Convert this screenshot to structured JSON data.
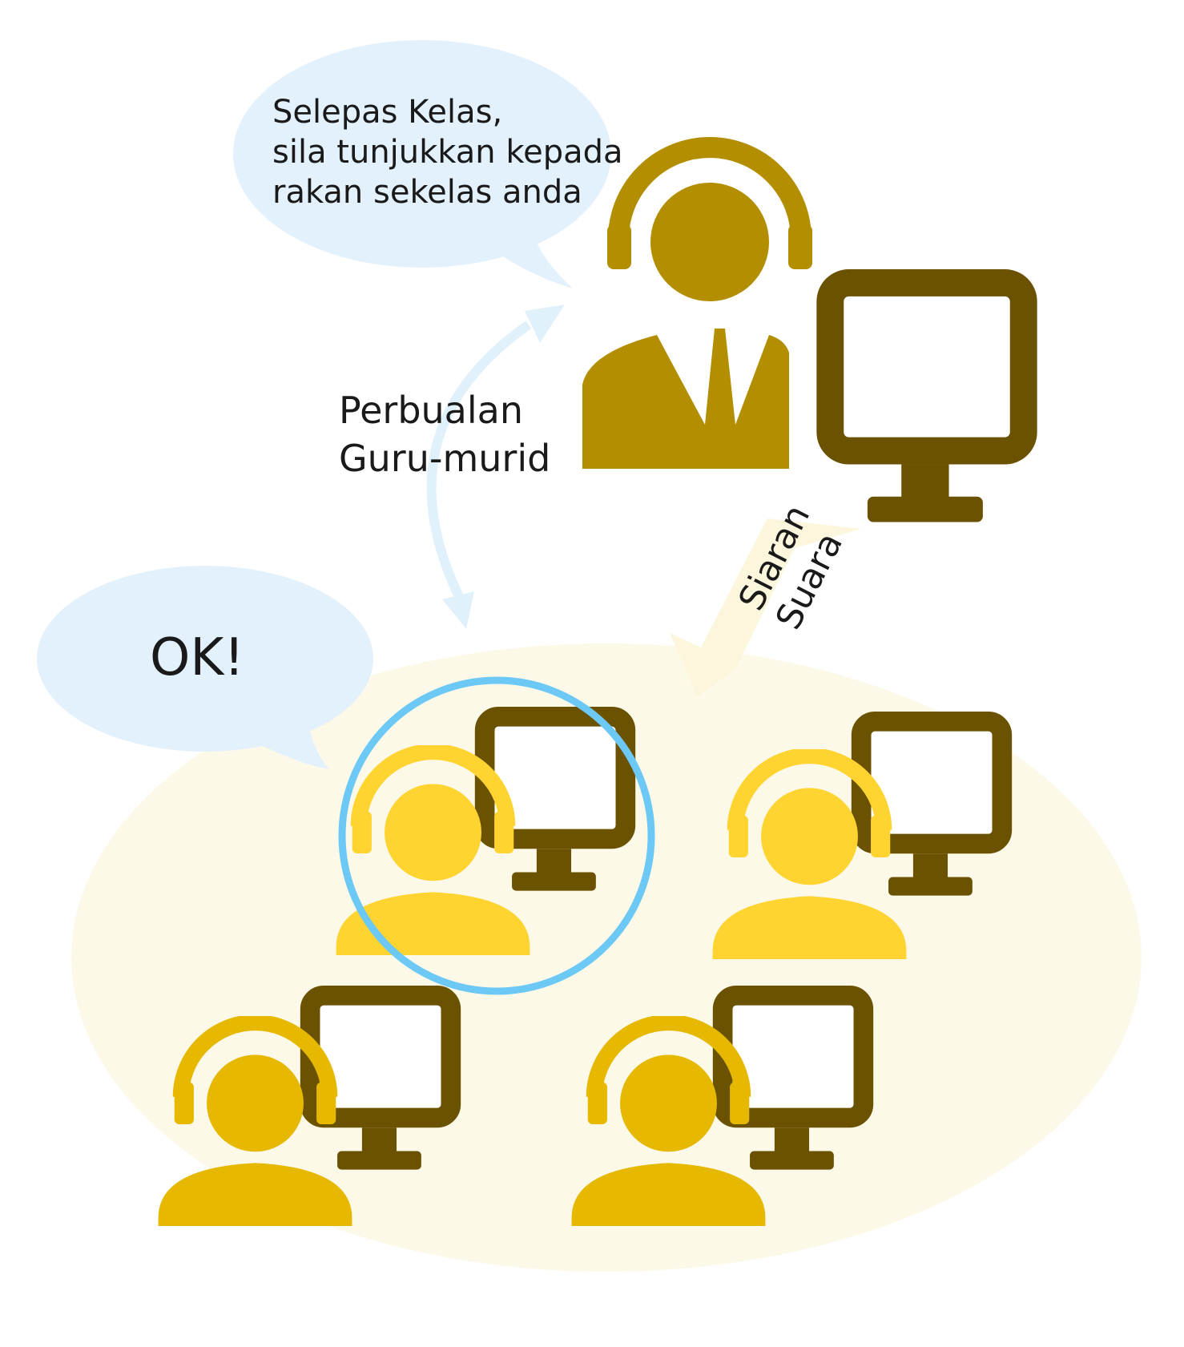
{
  "teacher_bubble": {
    "lines": [
      "Selepas Kelas,",
      "sila tunjukkan kepada",
      "rakan sekelas anda"
    ]
  },
  "conversation_label": {
    "lines": [
      "Perbualan",
      "Guru-murid"
    ]
  },
  "broadcast_label": {
    "lines": [
      "Siaran",
      "Suara"
    ]
  },
  "student_bubble": {
    "text": "OK!"
  },
  "colors": {
    "teacher": "#b38e00",
    "monitor_frame": "#6b5200",
    "student_top": "#ffd430",
    "student_bottom": "#e6b800",
    "bubble": "#e3f1fd",
    "highlight_ring": "#6cc8f5",
    "class_area": "#fdf9e8",
    "broadcast_arrow": "#fcf6dd",
    "conversation_arrow": "#e1f1fc"
  },
  "icons": {
    "teacher": "headset-person-icon",
    "monitor": "monitor-icon",
    "student": "headset-student-icon"
  }
}
